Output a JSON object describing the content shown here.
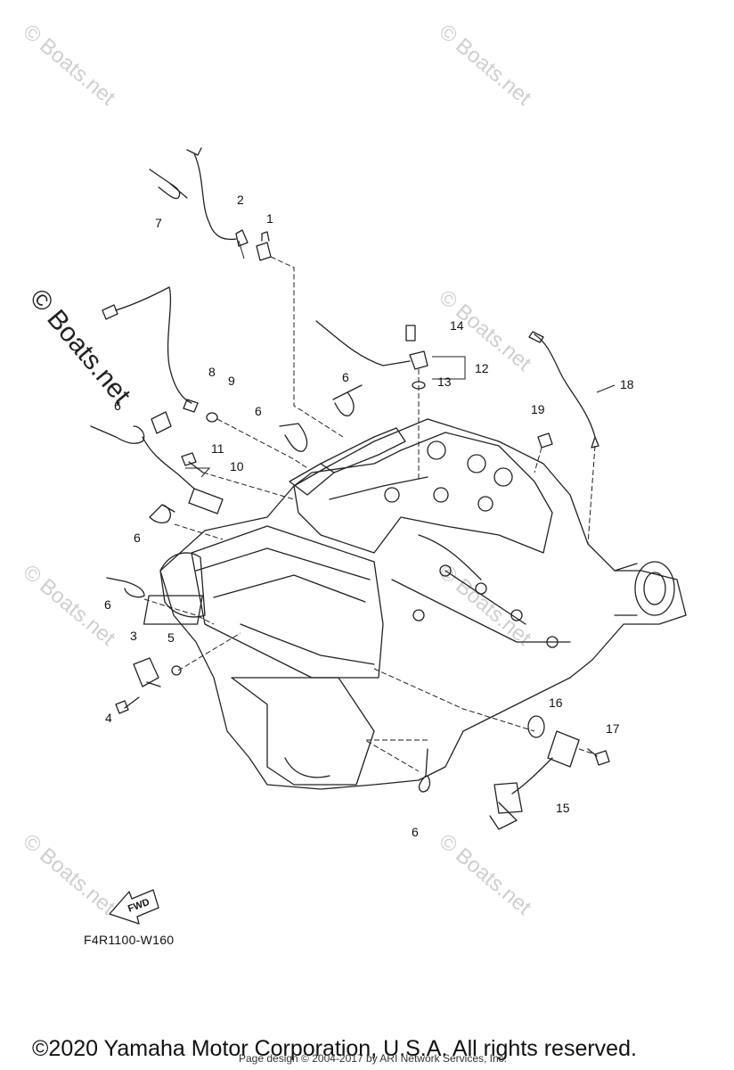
{
  "watermarks": [
    {
      "text": "© Boats.net",
      "style": "light"
    },
    {
      "text": "© Boats.net",
      "style": "light"
    },
    {
      "text": "© Boats.net",
      "style": "dark"
    },
    {
      "text": "© Boats.net",
      "style": "light"
    },
    {
      "text": "© Boats.net",
      "style": "light"
    },
    {
      "text": "© Boats.net",
      "style": "light"
    },
    {
      "text": "© Boats.net",
      "style": "light"
    },
    {
      "text": "© Boats.net",
      "style": "light"
    }
  ],
  "callouts": [
    "1",
    "2",
    "3",
    "4",
    "5",
    "6",
    "6",
    "6",
    "6",
    "6",
    "6",
    "7",
    "8",
    "9",
    "10",
    "11",
    "12",
    "13",
    "14",
    "15",
    "16",
    "17",
    "18",
    "19"
  ],
  "fwd_label": "FWD",
  "diagram_code": "F4R1100-W160",
  "copyright": "©2020 Yamaha Motor Corporation, U.S.A. All rights reserved.",
  "page_design": "Page design © 2004-2017 by ARI Network Services, Inc."
}
